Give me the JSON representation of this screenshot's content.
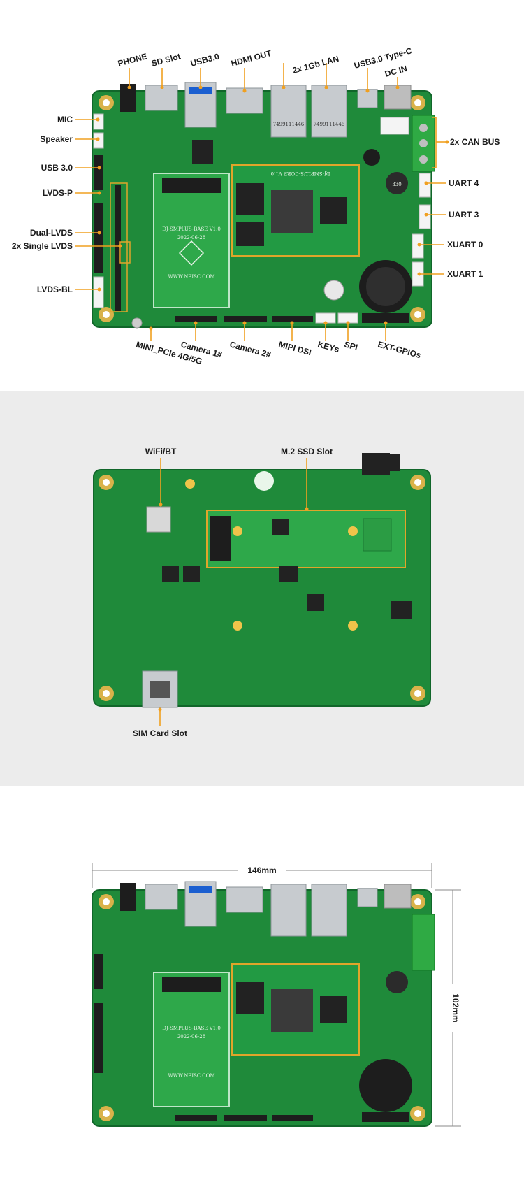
{
  "top_view": {
    "labels": {
      "phone": "PHONE",
      "sd_slot": "SD Slot",
      "usb30_top": "USB3.0",
      "hdmi_out": "HDMI OUT",
      "lan": "2x 1Gb LAN",
      "usb30_typec": "USB3.0 Type-C",
      "dc_in": "DC IN",
      "mic": "MIC",
      "speaker": "Speaker",
      "usb30_side": "USB 3.0",
      "lvds_p": "LVDS-P",
      "dual_lvds": "Dual-LVDS",
      "single_lvds": "2x Single LVDS",
      "lvds_bl": "LVDS-BL",
      "can_bus": "2x CAN BUS",
      "uart4": "UART 4",
      "uart3": "UART 3",
      "xuart0": "XUART 0",
      "xuart1": "XUART 1",
      "mini_pcie": "MINI_PCIe 4G/5G",
      "camera1": "Camera 1#",
      "camera2": "Camera 2#",
      "mipi_dsi": "MIPI DSI",
      "keys": "KEYs",
      "spi": "SPI",
      "ext_gpios": "EXT-GPIOs"
    },
    "silkscreen": {
      "base_name": "DJ-SMPLUS-BASE V1.0",
      "base_date": "2022-06-28",
      "base_url": "WWW.NBISC.COM",
      "core_name": "DJ-SMPLUS-CORE V1.0",
      "lan_part": "7499111446",
      "cap_value": "330"
    }
  },
  "bottom_view": {
    "labels": {
      "wifi_bt": "WiFi/BT",
      "m2_ssd": "M.2 SSD Slot",
      "sim_card": "SIM Card Slot"
    }
  },
  "dimensions": {
    "width": "146mm",
    "height": "102mm"
  },
  "colors": {
    "pcb": "#1f8a3a",
    "accent": "#f0a020",
    "panel_gray": "#ececec"
  }
}
